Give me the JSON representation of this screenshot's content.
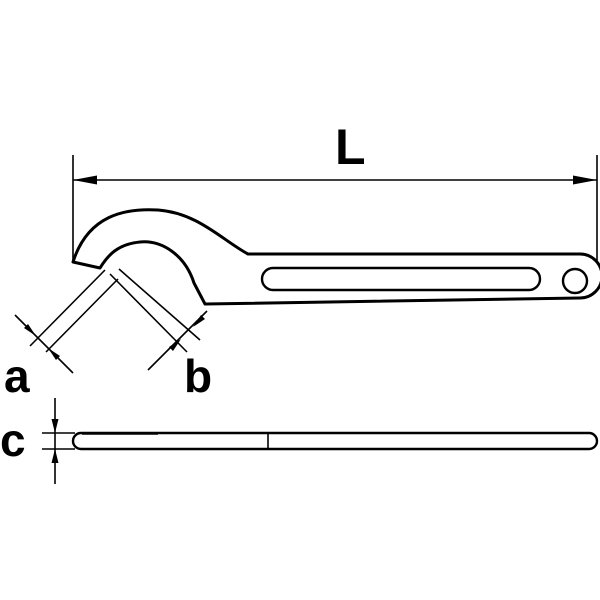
{
  "labels": {
    "length": "L",
    "hook_thickness": "a",
    "hook_width": "b",
    "blade_thickness": "c"
  },
  "colors": {
    "line": "#000000",
    "background": "#ffffff"
  }
}
